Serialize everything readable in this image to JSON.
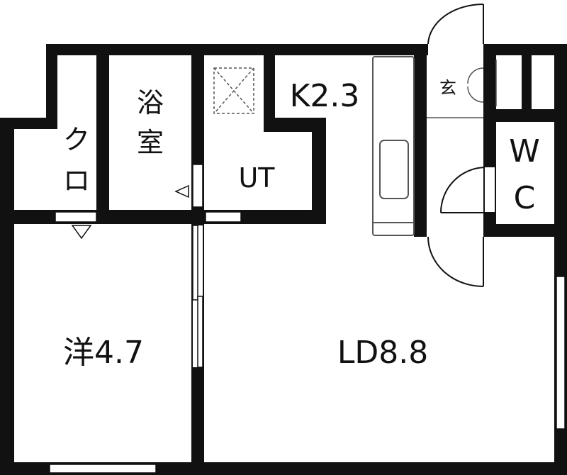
{
  "floorplan": {
    "wall_color": "#111111",
    "fixture_color": "#555555",
    "rooms": {
      "closet": {
        "line1": "ク",
        "line2": "ロ"
      },
      "bath": {
        "line1": "浴",
        "line2": "室"
      },
      "utility": {
        "label": "UT"
      },
      "kitchen": {
        "label": "K2.3"
      },
      "genkan": {
        "label": "玄"
      },
      "wc": {
        "line1": "W",
        "line2": "C"
      },
      "western": {
        "label": "洋4.7"
      },
      "living": {
        "label": "LD8.8"
      }
    }
  }
}
